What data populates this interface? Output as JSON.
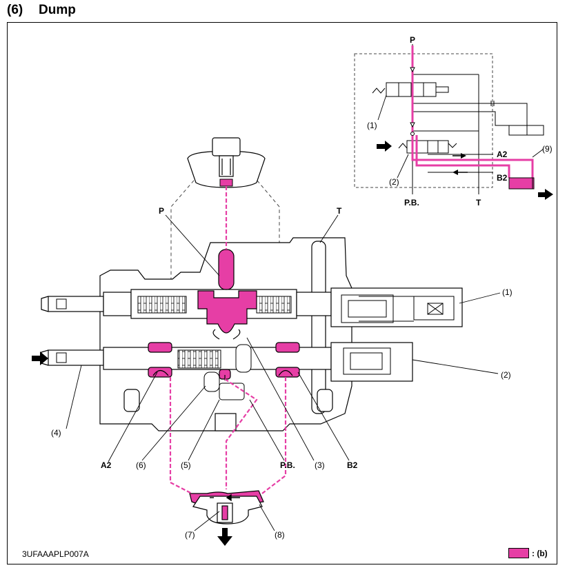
{
  "heading": {
    "number": "(6)",
    "title": "Dump"
  },
  "figure_code": "3UFAAAPLP007A",
  "legend": {
    "text": ": (b)",
    "color": "#e63ea5"
  },
  "colors": {
    "flow": "#e63ea5",
    "line": "#000000",
    "dash": "#444444"
  },
  "main_labels": {
    "P": "P",
    "T": "T",
    "A2": "A2",
    "B2": "B2",
    "PB": "P.B.",
    "c1": "(1)",
    "c2": "(2)",
    "c3": "(3)",
    "c4": "(4)",
    "c5": "(5)",
    "c6": "(6)",
    "c7": "(7)",
    "c8": "(8)"
  },
  "inset_labels": {
    "P": "P",
    "A2": "A2",
    "B2": "B2",
    "PB": "P.B.",
    "T": "T",
    "c1": "(1)",
    "c2": "(2)",
    "c9": "(9)"
  },
  "icons": [
    "arrow-right-icon",
    "arrow-down-icon",
    "arrow-left-icon"
  ]
}
